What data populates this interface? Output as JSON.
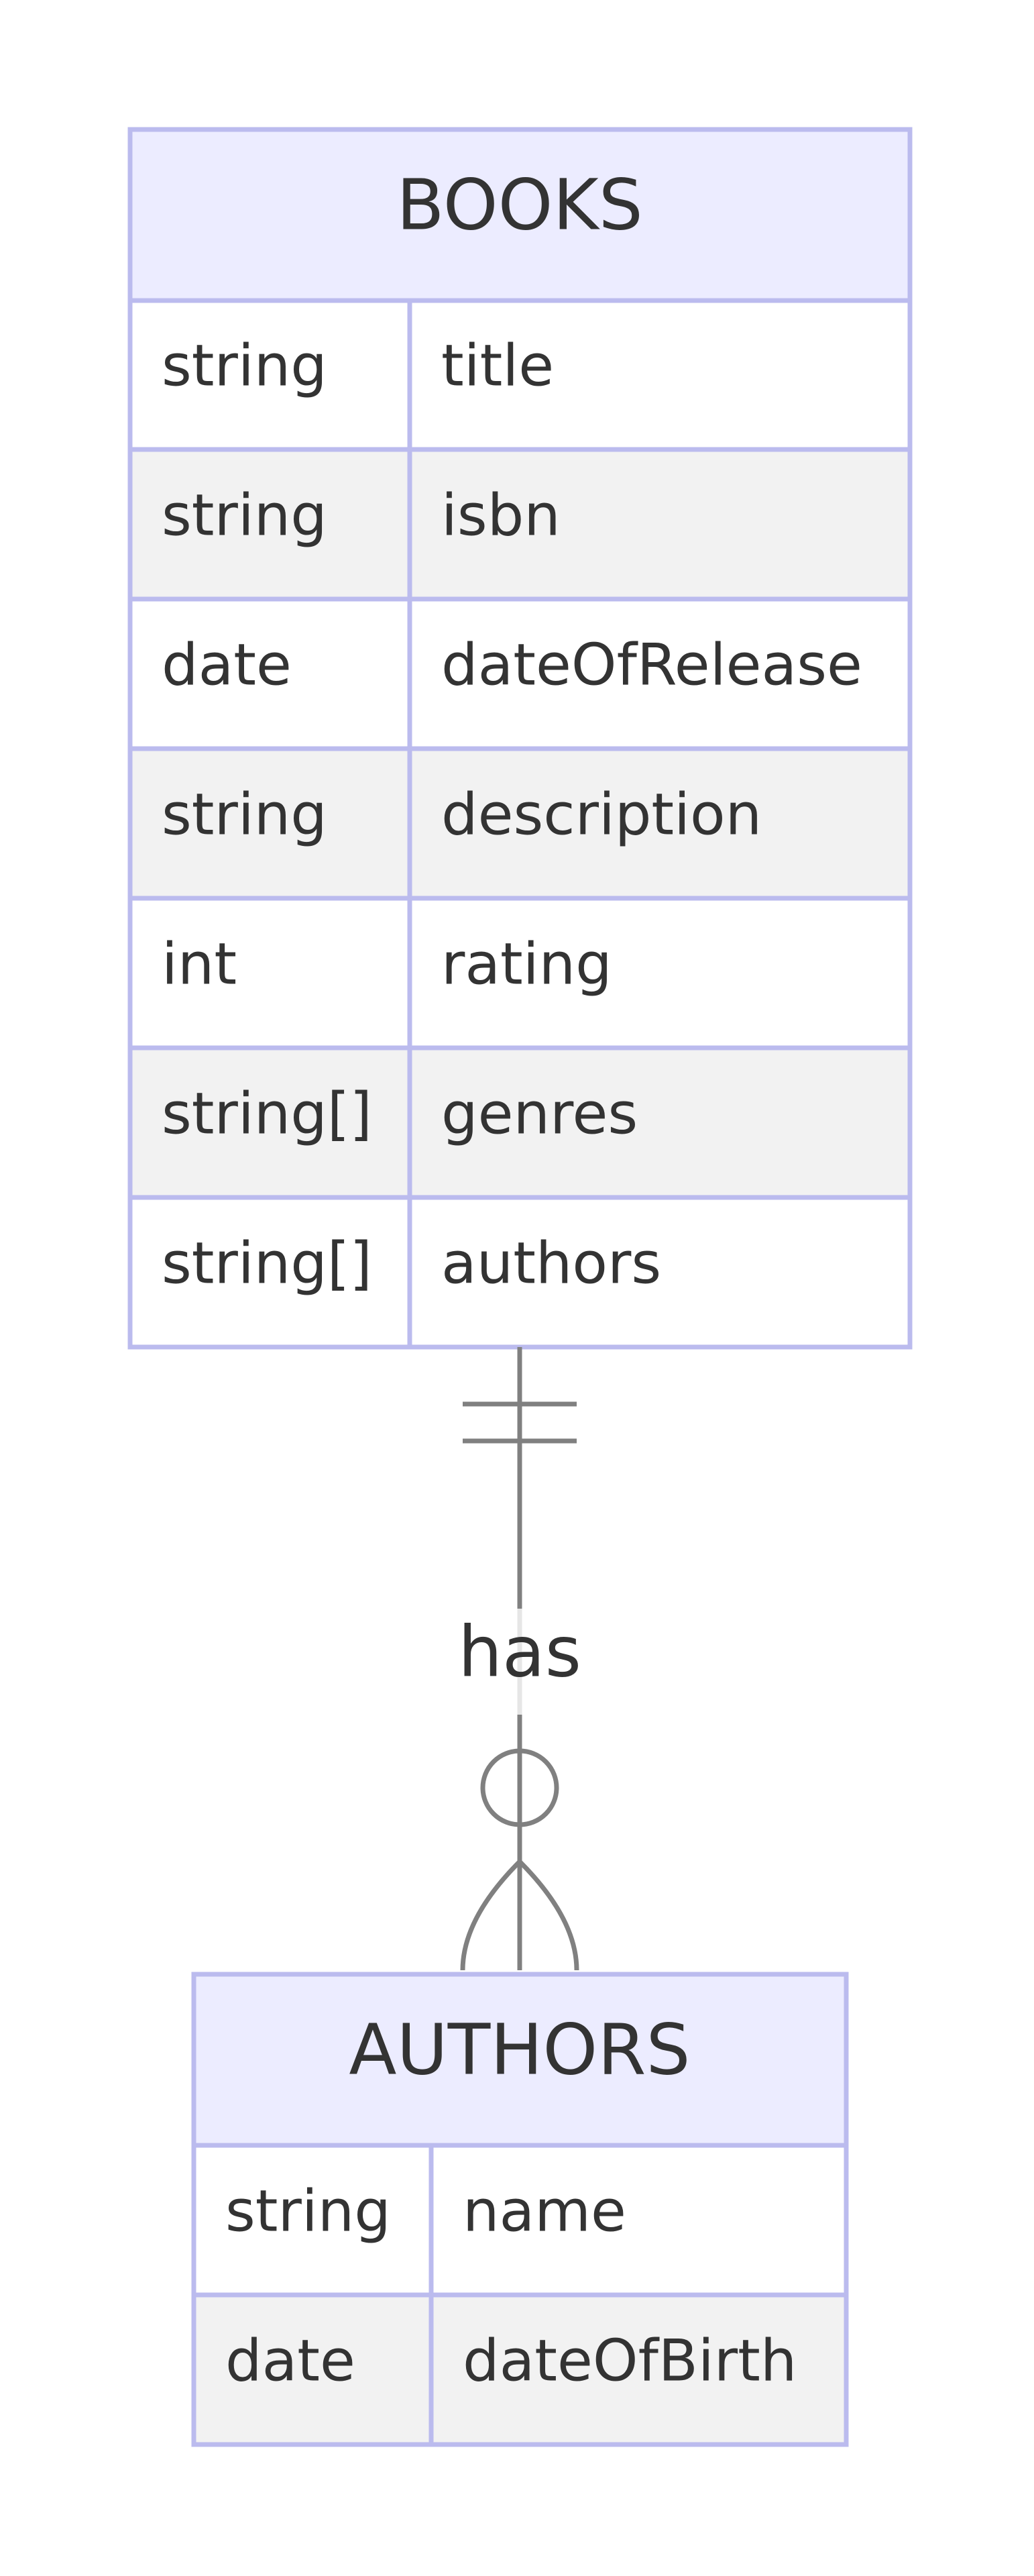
{
  "entities": {
    "books": {
      "name": "BOOKS",
      "attributes": [
        {
          "type": "string",
          "name": "title"
        },
        {
          "type": "string",
          "name": "isbn"
        },
        {
          "type": "date",
          "name": "dateOfRelease"
        },
        {
          "type": "string",
          "name": "description"
        },
        {
          "type": "int",
          "name": "rating"
        },
        {
          "type": "string[]",
          "name": "genres"
        },
        {
          "type": "string[]",
          "name": "authors"
        }
      ]
    },
    "authors": {
      "name": "AUTHORS",
      "attributes": [
        {
          "type": "string",
          "name": "name"
        },
        {
          "type": "date",
          "name": "dateOfBirth"
        }
      ]
    }
  },
  "relationship": {
    "label": "has",
    "from": "BOOKS",
    "to": "AUTHORS",
    "from_cardinality": "exactly-one",
    "to_cardinality": "zero-or-more"
  },
  "colors": {
    "header_fill": "#ececff",
    "border": "#bbbbee",
    "row_alt": "#f2f2f2",
    "line": "#808080",
    "text": "#333333"
  }
}
